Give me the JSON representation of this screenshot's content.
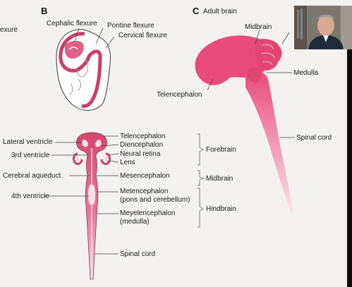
{
  "panel_b": {
    "letter": "B",
    "cut_label": "exure",
    "top_labels": {
      "cephalic": "Cephalic flexure",
      "pontine": "Pontine flexure",
      "cervical": "Cervical flexure"
    },
    "left_labels": {
      "lateral_ventricle": "Lateral ventricle",
      "third_ventricle": "3rd ventricle",
      "cerebral_aqueduct": "Cerebral aqueduct",
      "fourth_ventricle": "4th ventricle"
    },
    "right_labels": {
      "telencephalon": "Telencephalon",
      "diencephalon": "Diencephalon",
      "neural_retina": "Neural retina",
      "lens": "Lens",
      "mesencephalon": "Mesencephalon",
      "metencephalon": "Metencephalon",
      "metencephalon_sub": "(pons and cerebellum)",
      "myelencephalon": "Meyelencephalon",
      "myelencephalon_sub": "(medulla)",
      "spinal_cord": "Spinal cord"
    },
    "groups": {
      "forebrain": "Forebrain",
      "midbrain": "Midbrain",
      "hindbrain": "Hindbrain"
    }
  },
  "panel_c": {
    "letter": "C",
    "title": "Adult brain",
    "labels": {
      "midbrain": "Midbrain",
      "medulla": "Medulla",
      "telencephalon": "Telencephalon",
      "spinal_cord": "Spinal cord"
    }
  },
  "colors": {
    "brain_pink": "#e94b7c",
    "brain_light": "#f7c9d8",
    "outline": "#5a5a5a",
    "background": "#f3f2f0"
  },
  "icons": {
    "webcam": "presenter-webcam-thumbnail"
  }
}
